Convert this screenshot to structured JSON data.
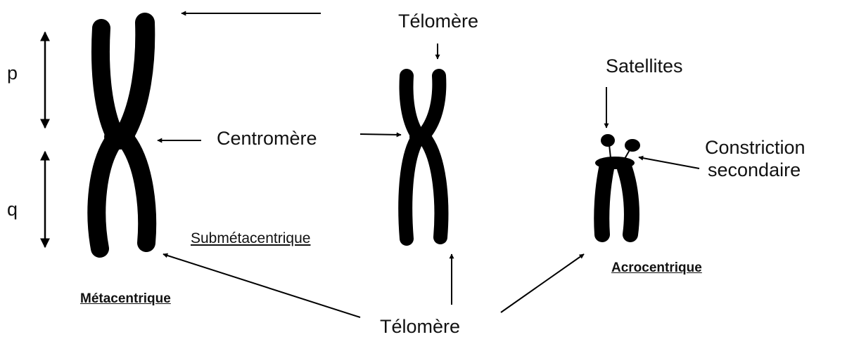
{
  "labels": {
    "p": "p",
    "q": "q",
    "telomere_top": "Télomère",
    "telomere_bottom": "Télomère",
    "centromere": "Centromère",
    "satellites": "Satellites",
    "constriction_line1": "Constriction",
    "constriction_line2": "secondaire",
    "submetacentrique": "Submétacentrique",
    "metacentrique": "Métacentrique",
    "acrocentrique": "Acrocentrique"
  },
  "colors": {
    "chromosome": "#000000",
    "arrow": "#000000",
    "text": "#111111"
  }
}
